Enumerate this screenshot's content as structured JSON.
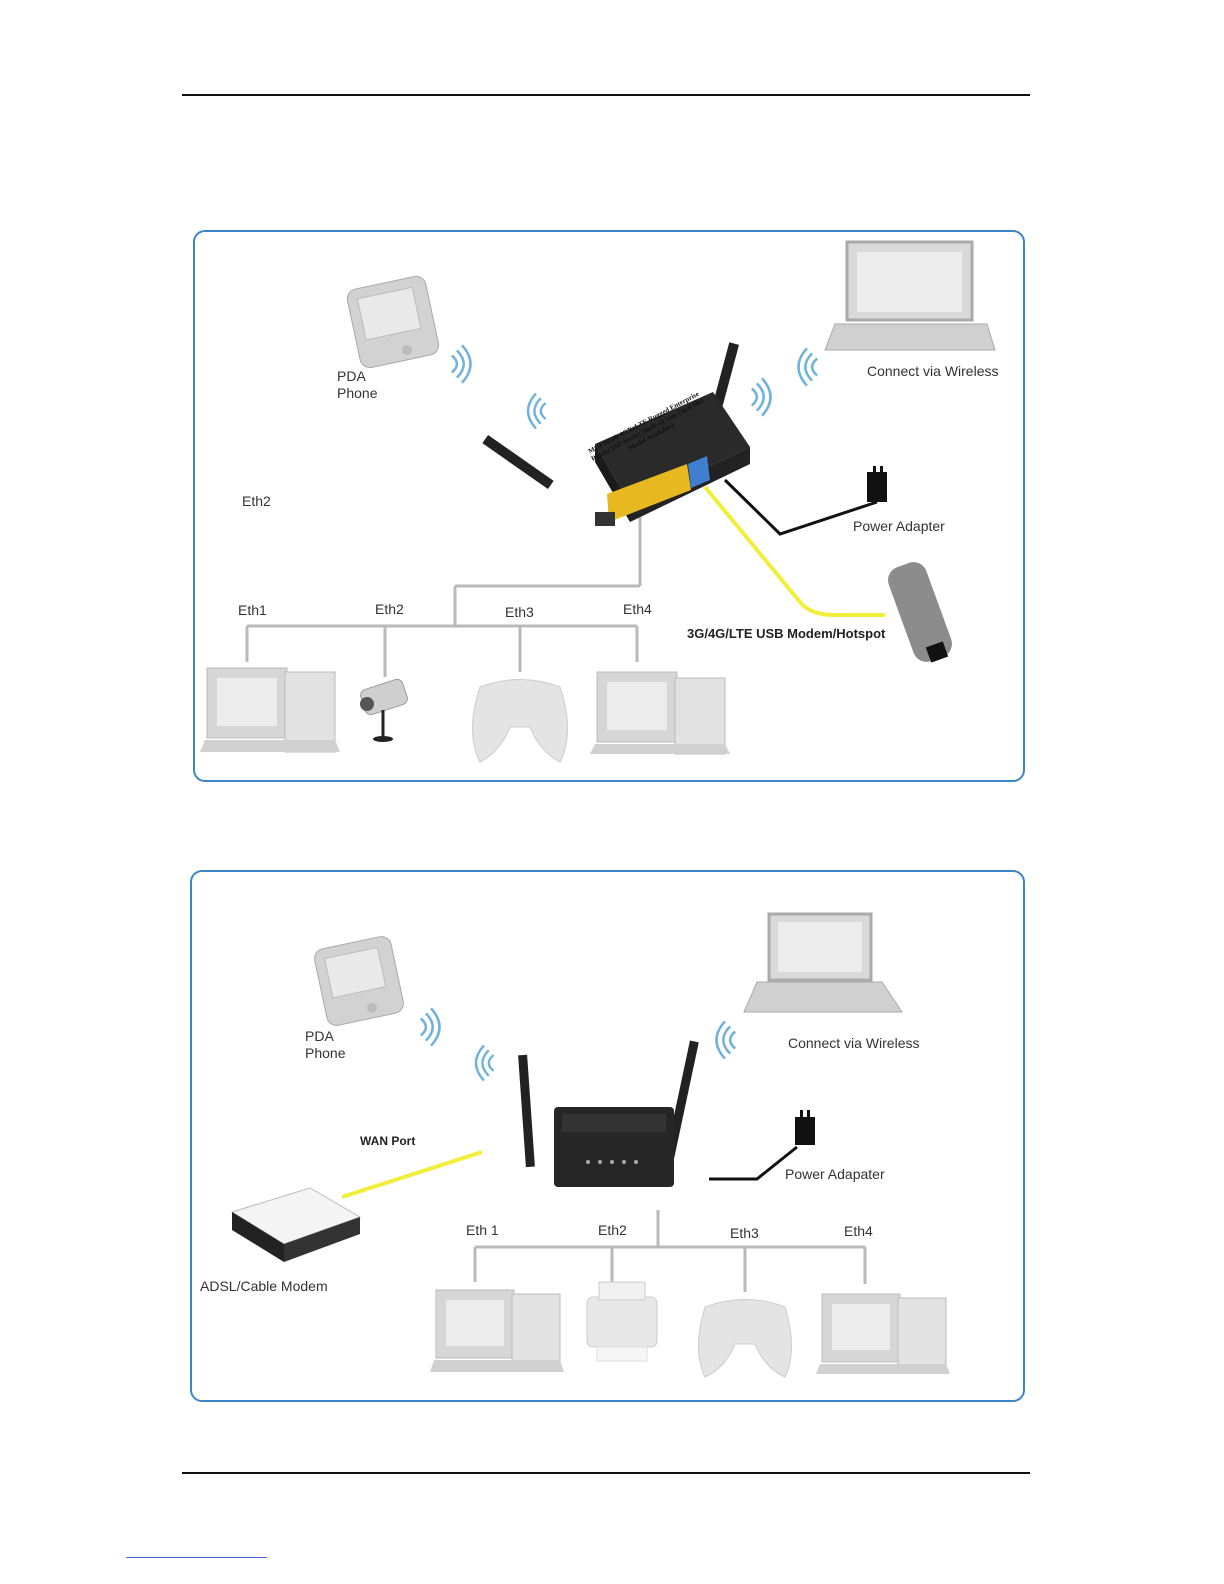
{
  "diagram1": {
    "pda_label": "PDA",
    "phone_label": "Phone",
    "wireless_label": "Connect via Wireless",
    "eth2_side_label": "Eth2",
    "power_label": "Power Adapter",
    "usb_label": "3G/4G/LTE USB Modem/Hotspot",
    "eth1": "Eth1",
    "eth2": "Eth2",
    "eth3": "Eth3",
    "eth4": "Eth4",
    "router_text": "MOFI4500-4GXeLTE Rugged Enterprise Router (AP Mode) (Built-in Sim Card Slot Model Available)"
  },
  "diagram2": {
    "pda_label": "PDA",
    "phone_label": "Phone",
    "wireless_label": "Connect via Wireless",
    "wan_label": "WAN Port",
    "power_label": "Power Adapater",
    "modem_label": "ADSL/Cable Modem",
    "eth1": "Eth 1",
    "eth2": "Eth2",
    "eth3": "Eth3",
    "eth4": "Eth4"
  },
  "colors": {
    "frame_border": "#3d86c6",
    "yellow_cable": "#f2ee3c",
    "gray_line": "#b9b9b9",
    "wifi_blue": "#6fb2dc"
  }
}
